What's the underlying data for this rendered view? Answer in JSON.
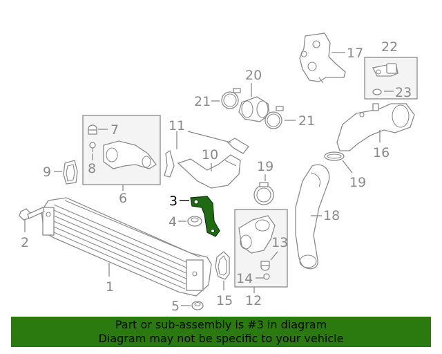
{
  "callouts": {
    "c1": "1",
    "c2": "2",
    "c3": "3",
    "c4": "4",
    "c5": "5",
    "c6": "6",
    "c7": "7",
    "c8": "8",
    "c9": "9",
    "c10": "10",
    "c11": "11",
    "c12": "12",
    "c13": "13",
    "c14": "14",
    "c15": "15",
    "c16": "16",
    "c17": "17",
    "c18": "18",
    "c19a": "19",
    "c19b": "19",
    "c20": "20",
    "c21a": "21",
    "c21b": "21",
    "c22": "22",
    "c23": "23"
  },
  "highlight_callout": "3",
  "colors": {
    "highlight_part": "#1f6b12",
    "banner_bg": "#2a7a10",
    "line_gray": "#8a8a8a"
  },
  "banner": {
    "line1": "Part or sub-assembly is #3 in diagram",
    "line2": "Diagram may not be specific to your vehicle"
  }
}
